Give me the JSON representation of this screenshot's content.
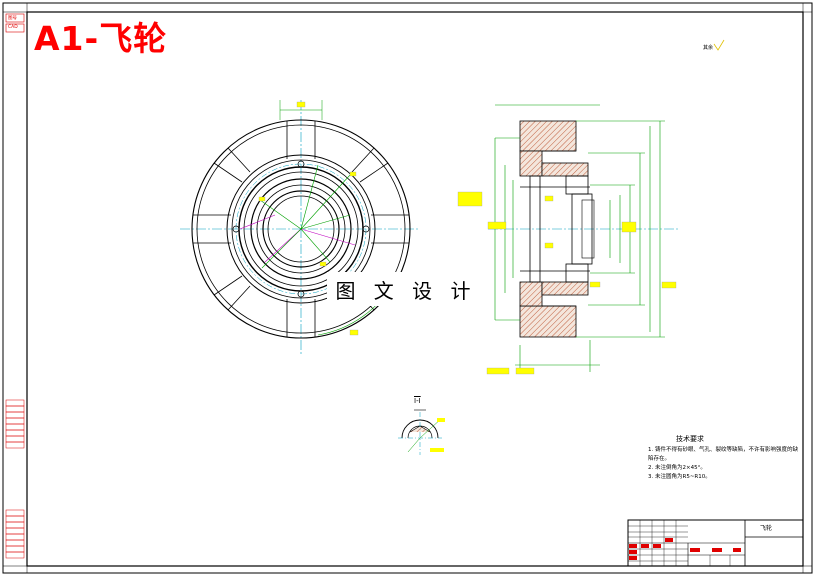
{
  "drawing": {
    "title": "A1-飞轮",
    "watermark": "图 文 设 计",
    "section_label": "I-I",
    "part_name": "飞轮",
    "roughness_note": "其余",
    "left_strip_codes": [
      "图号",
      "CAD"
    ],
    "tech_requirements": {
      "title": "技术要求",
      "items": [
        "1. 铸件不得有砂眼、气孔、裂纹等缺陷，不许有影响强度的缺陷存在。",
        "2. 未注倒角为2×45°。",
        "3. 未注圆角为R5~R10。"
      ]
    }
  }
}
